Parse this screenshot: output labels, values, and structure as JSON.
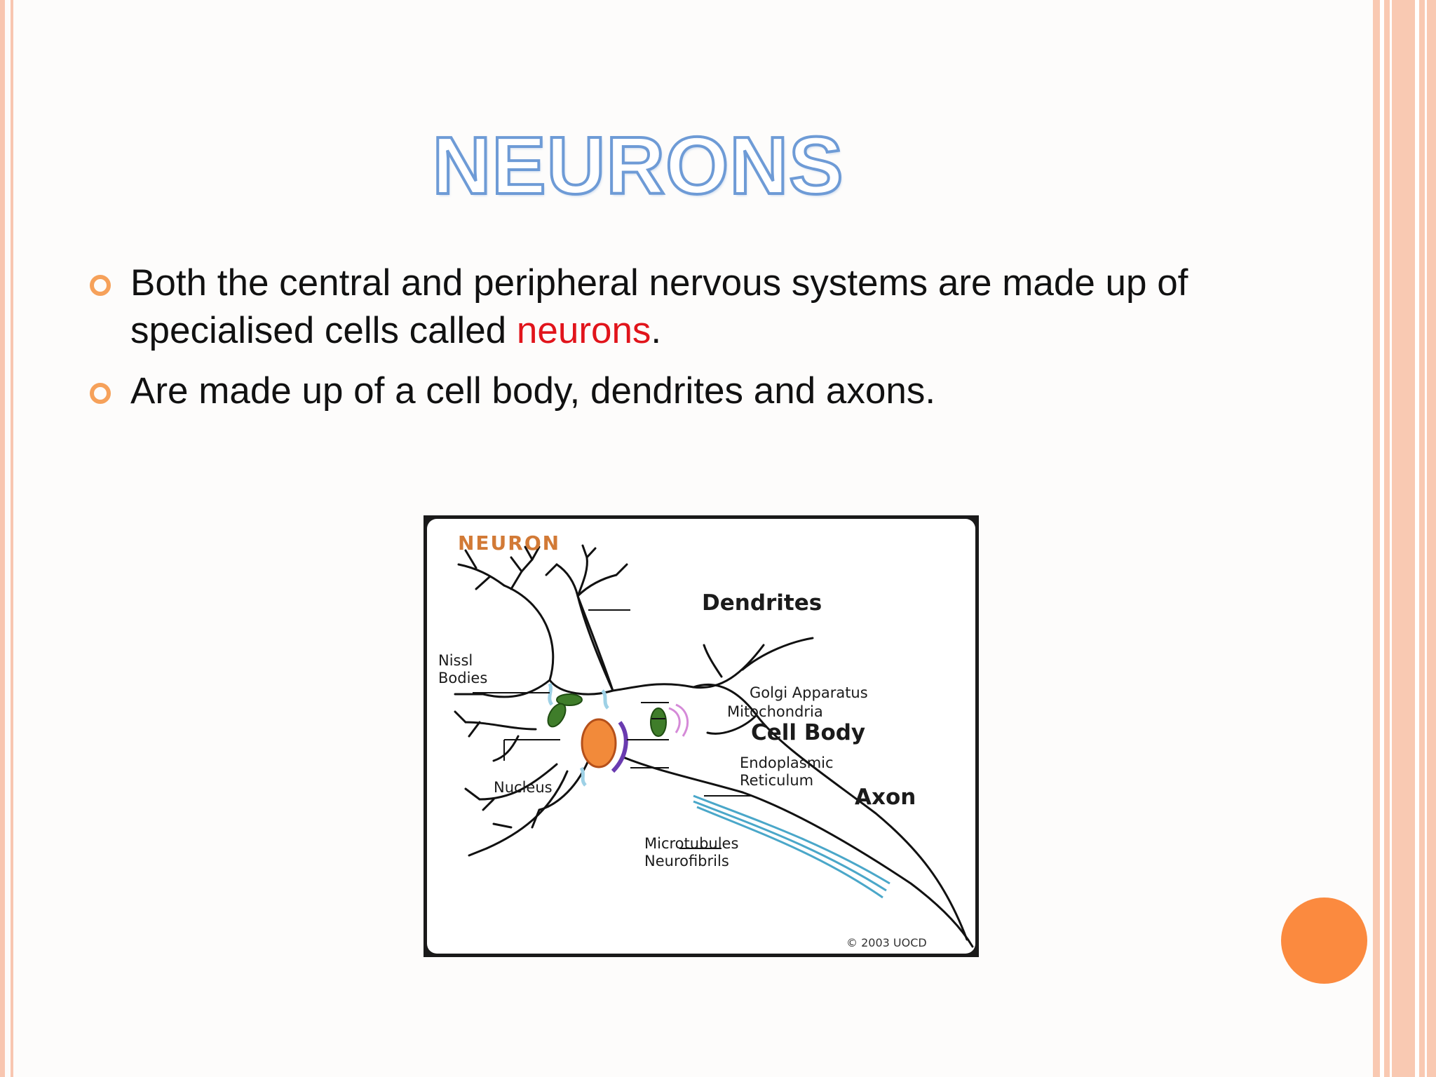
{
  "slide": {
    "title": "NEURONS",
    "bullets": [
      {
        "parts": [
          {
            "text": "Both the central and peripheral nervous systems are made up of specialised cells called "
          },
          {
            "text": "neurons",
            "highlight": true
          },
          {
            "text": "."
          }
        ]
      },
      {
        "parts": [
          {
            "text": "Are made up of a cell body, dendrites and axons."
          }
        ]
      }
    ]
  },
  "diagram": {
    "heading": "NEURON",
    "labels": {
      "dendrites": "Dendrites",
      "nissl": "Nissl\nBodies",
      "golgi": "Golgi Apparatus",
      "mitochondria": "Mitochondria",
      "cell_body": "Cell Body",
      "endoplasmic": "Endoplasmic\nReticulum",
      "axon": "Axon",
      "nucleus": "Nucleus",
      "microtubules": "Microtubules\nNeurofibrils",
      "copyright": "© 2003 UOCD"
    }
  },
  "colors": {
    "title_outline": "#6e9bd6",
    "bullet_marker": "#f6a15a",
    "highlight": "#e1141b",
    "frame_stripe": "#f9c9b2",
    "accent_dot": "#fb8a3f",
    "nucleus": "#f28a3a",
    "mitochondria": "#3f7d2a",
    "diagram_heading": "#d27a36"
  }
}
